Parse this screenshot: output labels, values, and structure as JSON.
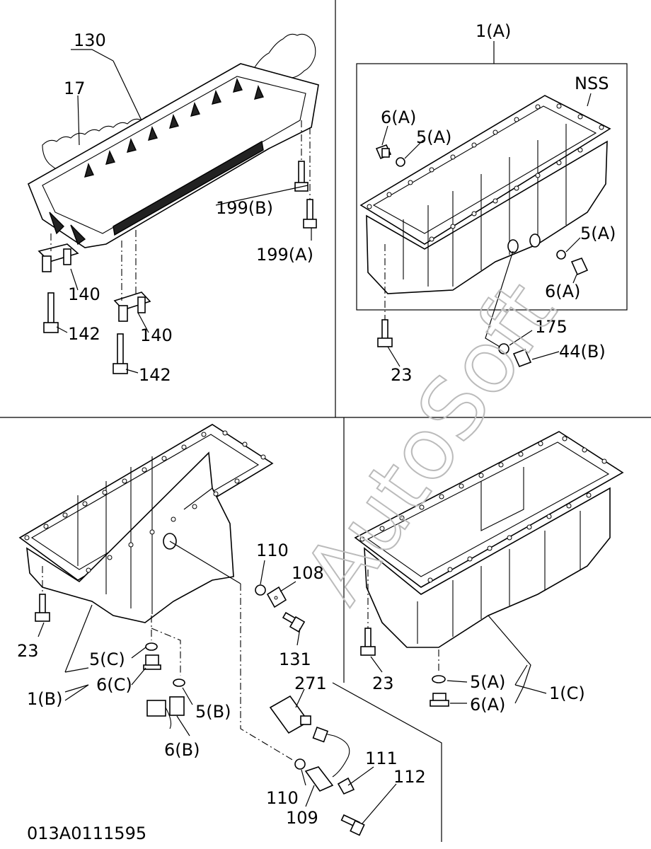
{
  "drawing_number": "013A0111595",
  "watermark": "AutoSoft",
  "quadrants": {
    "top_left": {
      "labels": {
        "gasket_upper": "130",
        "gasket_lower": "17",
        "bolt_b": "199(B)",
        "bolt_a": "199(A)",
        "bracket_1": "140",
        "bolt_142_1": "142",
        "bracket_2": "140",
        "bolt_142_2": "142"
      }
    },
    "top_right": {
      "labels": {
        "assembly": "1(A)",
        "nss": "NSS",
        "plug_top": "6(A)",
        "washer_top": "5(A)",
        "washer_right": "5(A)",
        "plug_right": "6(A)",
        "gasket_175": "175",
        "plug_44b": "44(B)",
        "bolt_23": "23"
      }
    },
    "bottom_left": {
      "labels": {
        "bolt_23": "23",
        "washer_5c": "5(C)",
        "plug_6c": "6(C)",
        "assembly_1b": "1(B)",
        "washer_5b": "5(B)",
        "plug_6b": "6(B)",
        "oring_110_top": "110",
        "cover_108": "108",
        "bolt_131": "131",
        "sensor_271": "271",
        "oring_110_bottom": "110",
        "connector_109": "109",
        "clip_111": "111",
        "bolt_112": "112"
      }
    },
    "bottom_right": {
      "labels": {
        "bolt_23": "23",
        "washer_5a": "5(A)",
        "plug_6a": "6(A)",
        "assembly_1c": "1(C)"
      }
    }
  }
}
